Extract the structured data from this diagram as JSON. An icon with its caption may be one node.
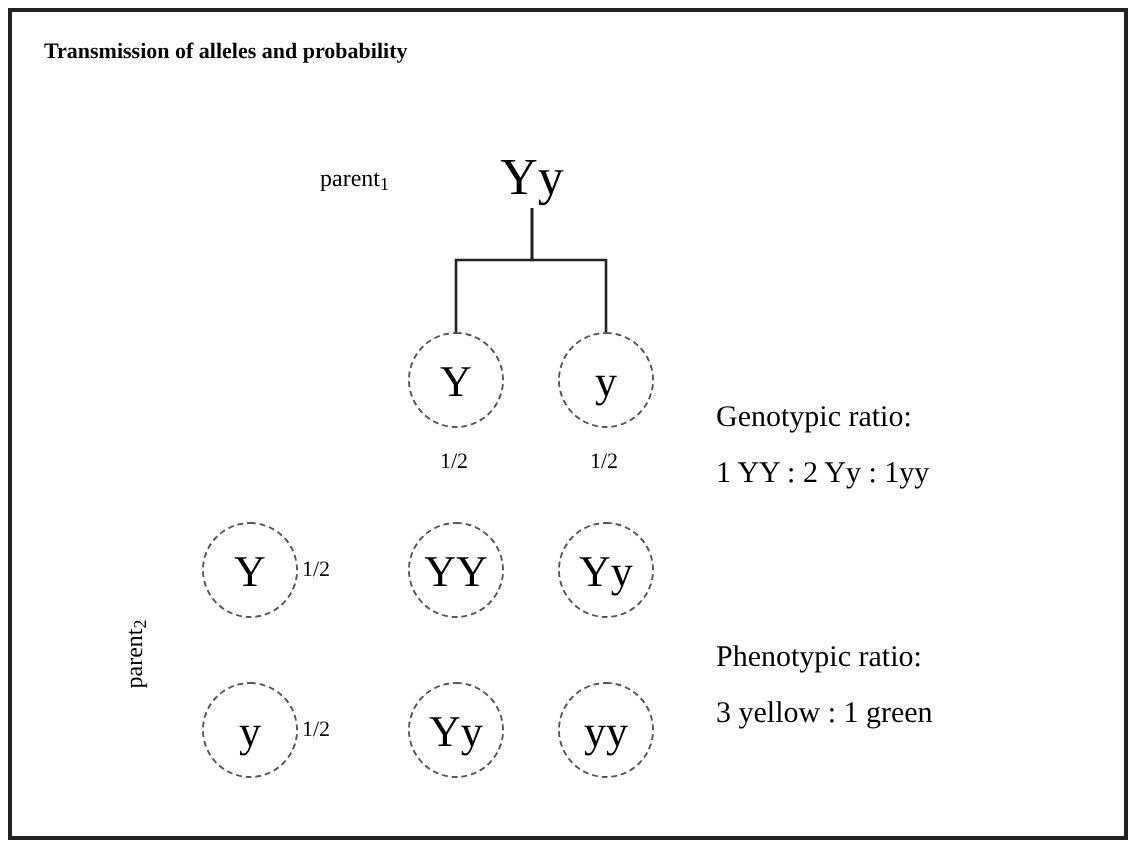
{
  "diagram": {
    "title": "Transmission of alleles and probability",
    "nodes": [
      {
        "text": [
          "Yy"
        ]
      },
      {
        "text": [
          "Y"
        ],
        "beside": [
          "1/2"
        ]
      },
      {
        "text": [
          "y"
        ],
        "beside": [
          "1/2"
        ]
      },
      {
        "text": [
          "Y"
        ],
        "beside": [
          "1/2"
        ]
      },
      {
        "text": [
          "YY"
        ]
      },
      {
        "text": [
          "Yy"
        ]
      },
      {
        "text": [
          "y"
        ],
        "beside": [
          "1/2"
        ]
      },
      {
        "text": [
          "Yy"
        ]
      },
      {
        "text": [
          "yy"
        ]
      }
    ],
    "edges": [
      {
        "from": 0,
        "to": 1,
        "arrow": "none"
      },
      {
        "from": 0,
        "to": 2,
        "arrow": "none"
      }
    ],
    "labels": [
      "parent$_{1}$",
      "Genotypic ratio:",
      "1 YY : 2 Yy : 1yy",
      "Phenotypic ratio:",
      "3 yellow : 1 green",
      "parent$_{2}$"
    ]
  }
}
